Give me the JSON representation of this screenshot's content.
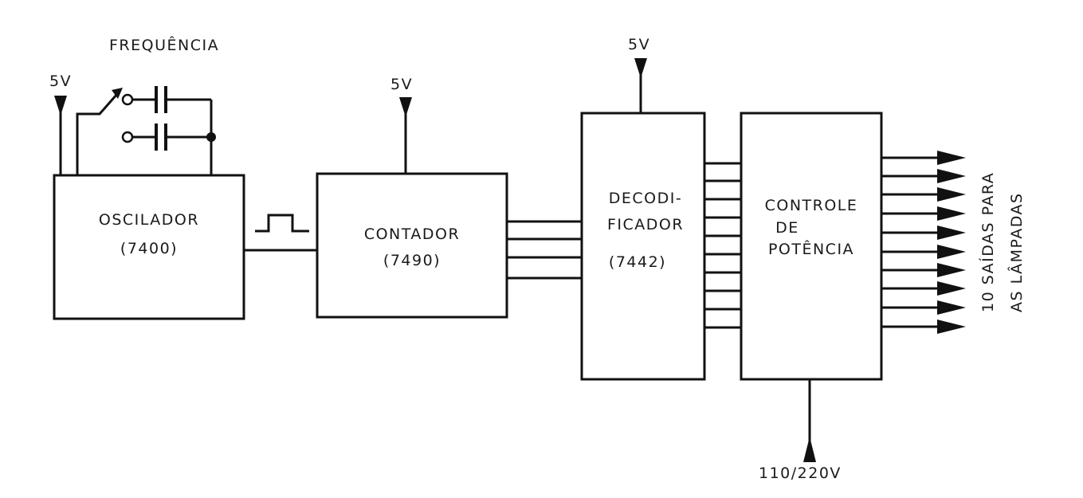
{
  "labels": {
    "frequencia": "FREQUÊNCIA",
    "supply_osc": "5V",
    "supply_counter": "5V",
    "supply_decoder": "5V",
    "mains": "110/220V",
    "outputs_line1": "10 SAÍDAS PARA",
    "outputs_line2": "AS LÂMPADAS"
  },
  "blocks": {
    "oscillator": {
      "name": "OSCILADOR",
      "chip": "(7400)"
    },
    "counter": {
      "name": "CONTADOR",
      "chip": "(7490)"
    },
    "decoder": {
      "name_line1": "DECODI-",
      "name_line2": "FICADOR",
      "chip": "(7442)"
    },
    "power": {
      "name_line1": "CONTROLE",
      "name_line2": "DE",
      "name_line3": "POTÊNCIA"
    }
  },
  "connections": {
    "counter_to_decoder_lines": 4,
    "decoder_to_power_lines": 10,
    "power_outputs": 10
  },
  "colors": {
    "ink": "#111111",
    "background": "#ffffff"
  }
}
